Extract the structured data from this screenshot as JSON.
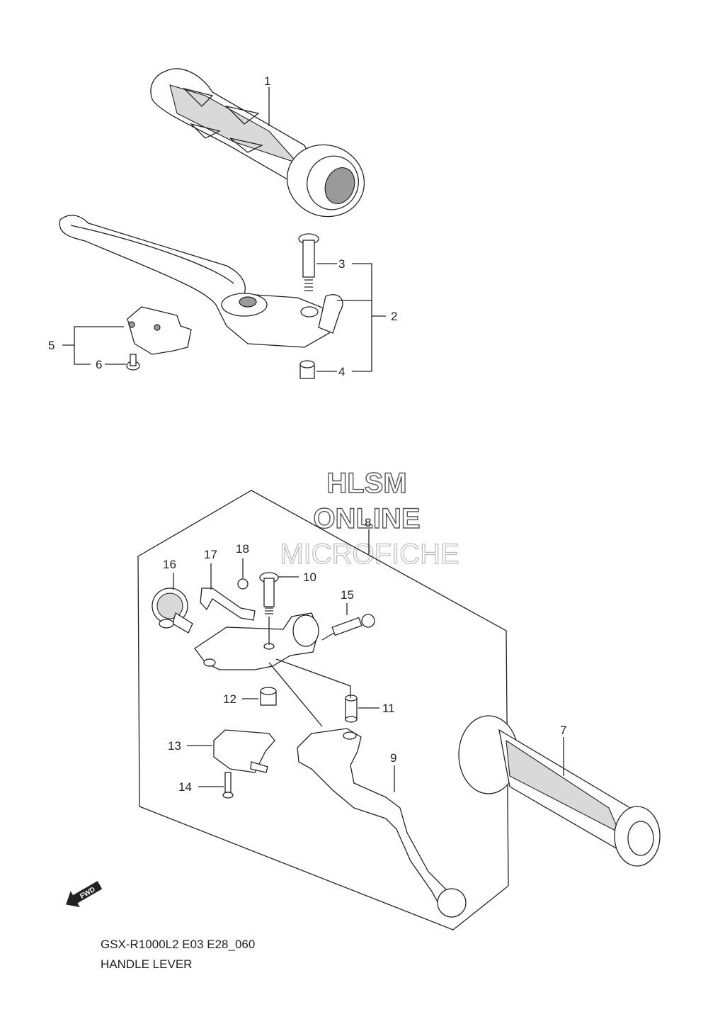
{
  "watermark": {
    "line1": "HLSM",
    "line2": "ONLINE",
    "line3": "MICROFICHE"
  },
  "callouts": {
    "c1": "1",
    "c2": "2",
    "c3": "3",
    "c4": "4",
    "c5": "5",
    "c6": "6",
    "c7": "7",
    "c8": "8",
    "c9": "9",
    "c10": "10",
    "c11": "11",
    "c12": "12",
    "c13": "13",
    "c14": "14",
    "c15": "15",
    "c16": "16",
    "c17": "17",
    "c18": "18"
  },
  "fwd_label": "FWD",
  "caption": {
    "model": "GSX-R1000L2 E03 E28_060",
    "title": "HANDLE LEVER"
  }
}
